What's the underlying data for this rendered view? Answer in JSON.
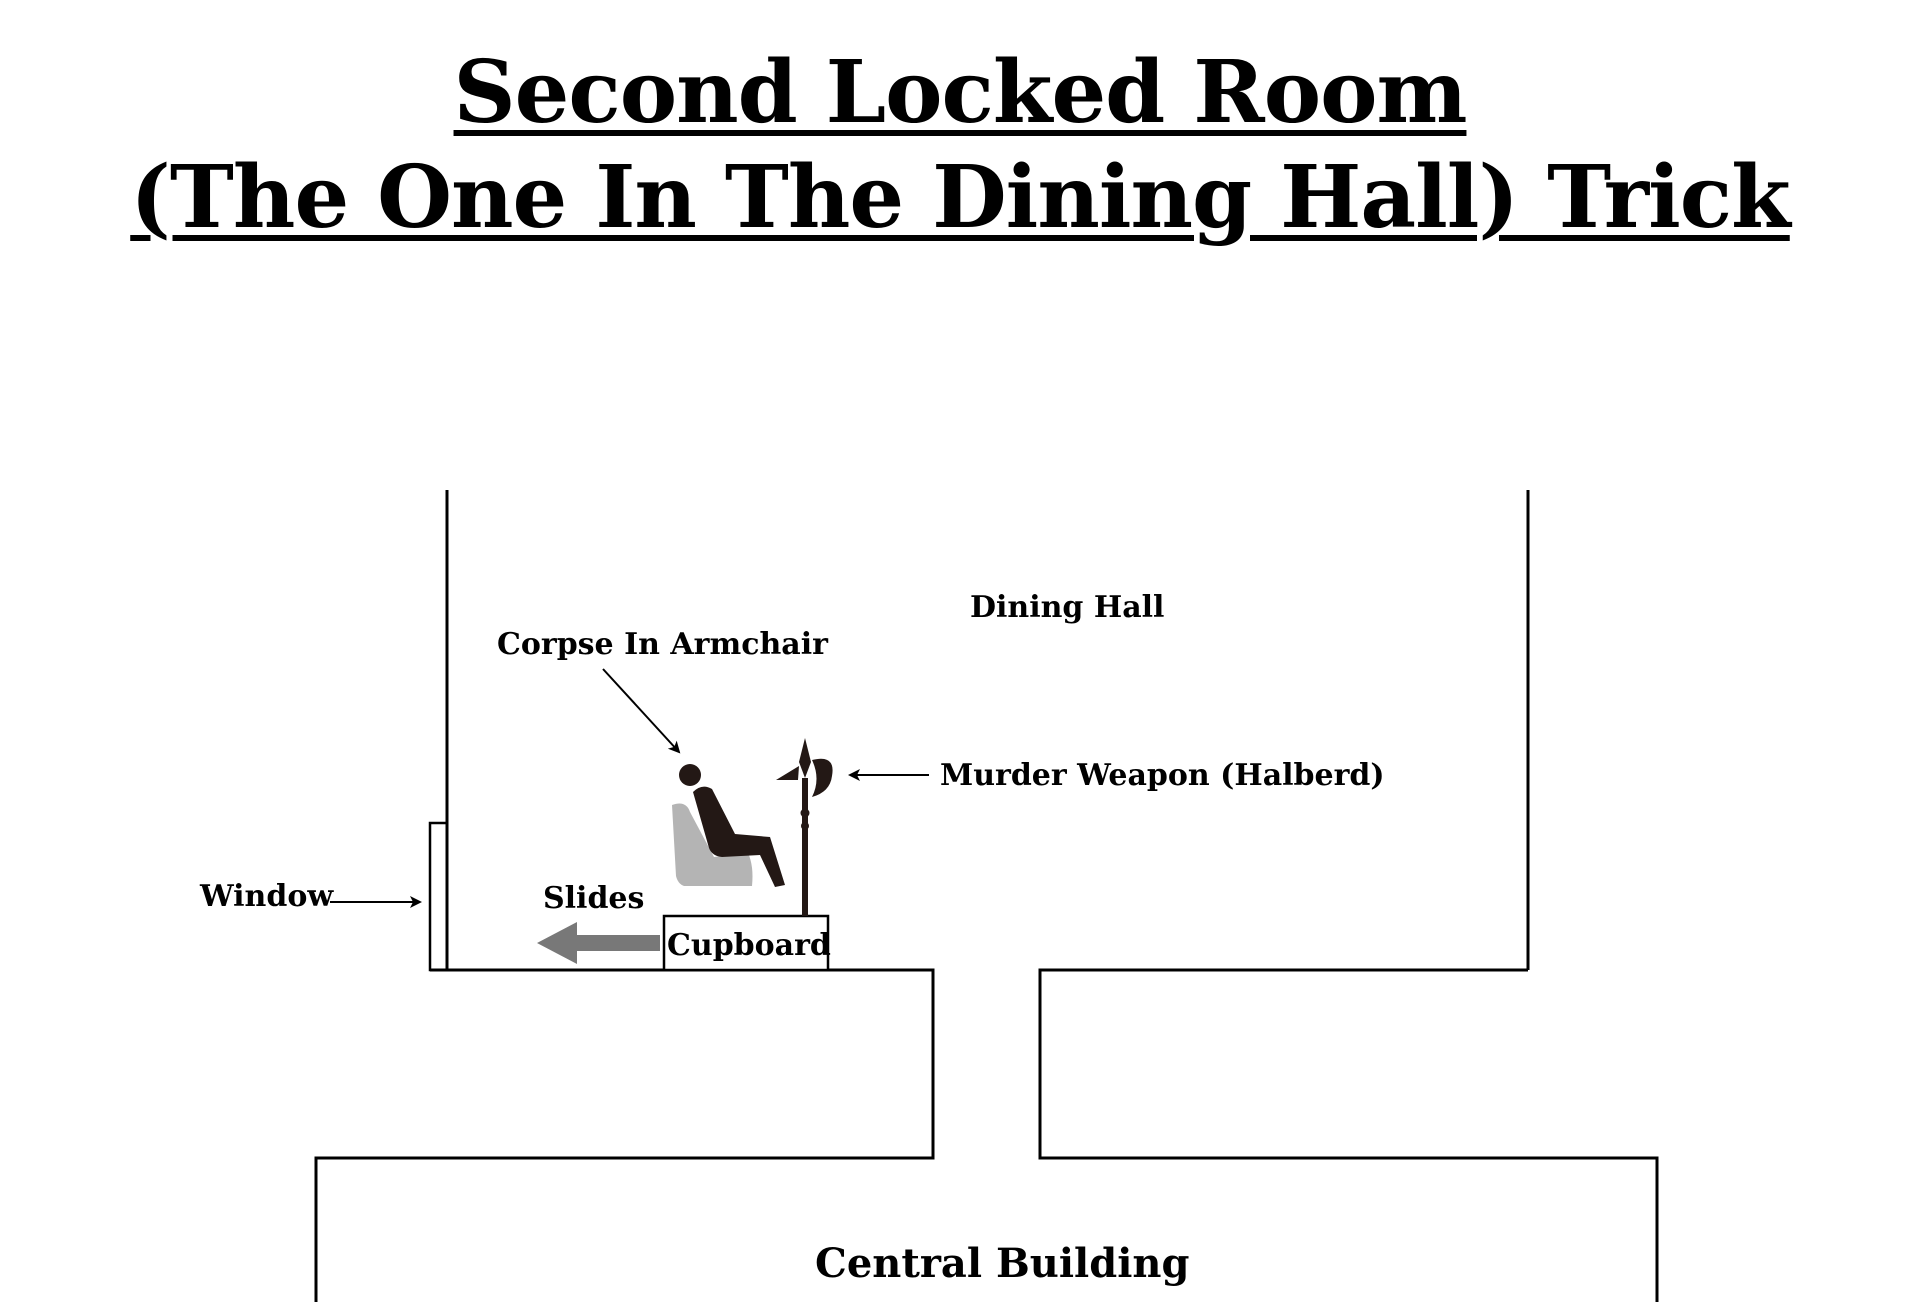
{
  "title": {
    "line1": "Second Locked Room",
    "line2": "(The One In The Dining Hall) Trick"
  },
  "labels": {
    "dining_hall": "Dining Hall",
    "corpse": "Corpse In Armchair",
    "weapon": "Murder Weapon (Halberd)",
    "window": "Window",
    "slides": "Slides",
    "cupboard": "Cupboard",
    "central_building": "Central Building"
  },
  "colors": {
    "line": "#000000",
    "figure": "#231815",
    "chair": "#b4b4b4",
    "slide_arrow": "#787878"
  },
  "icons": {
    "corpse": "seated-person-icon",
    "chair": "armchair-icon",
    "weapon": "halberd-icon",
    "slide_arrow": "left-arrow-icon"
  }
}
